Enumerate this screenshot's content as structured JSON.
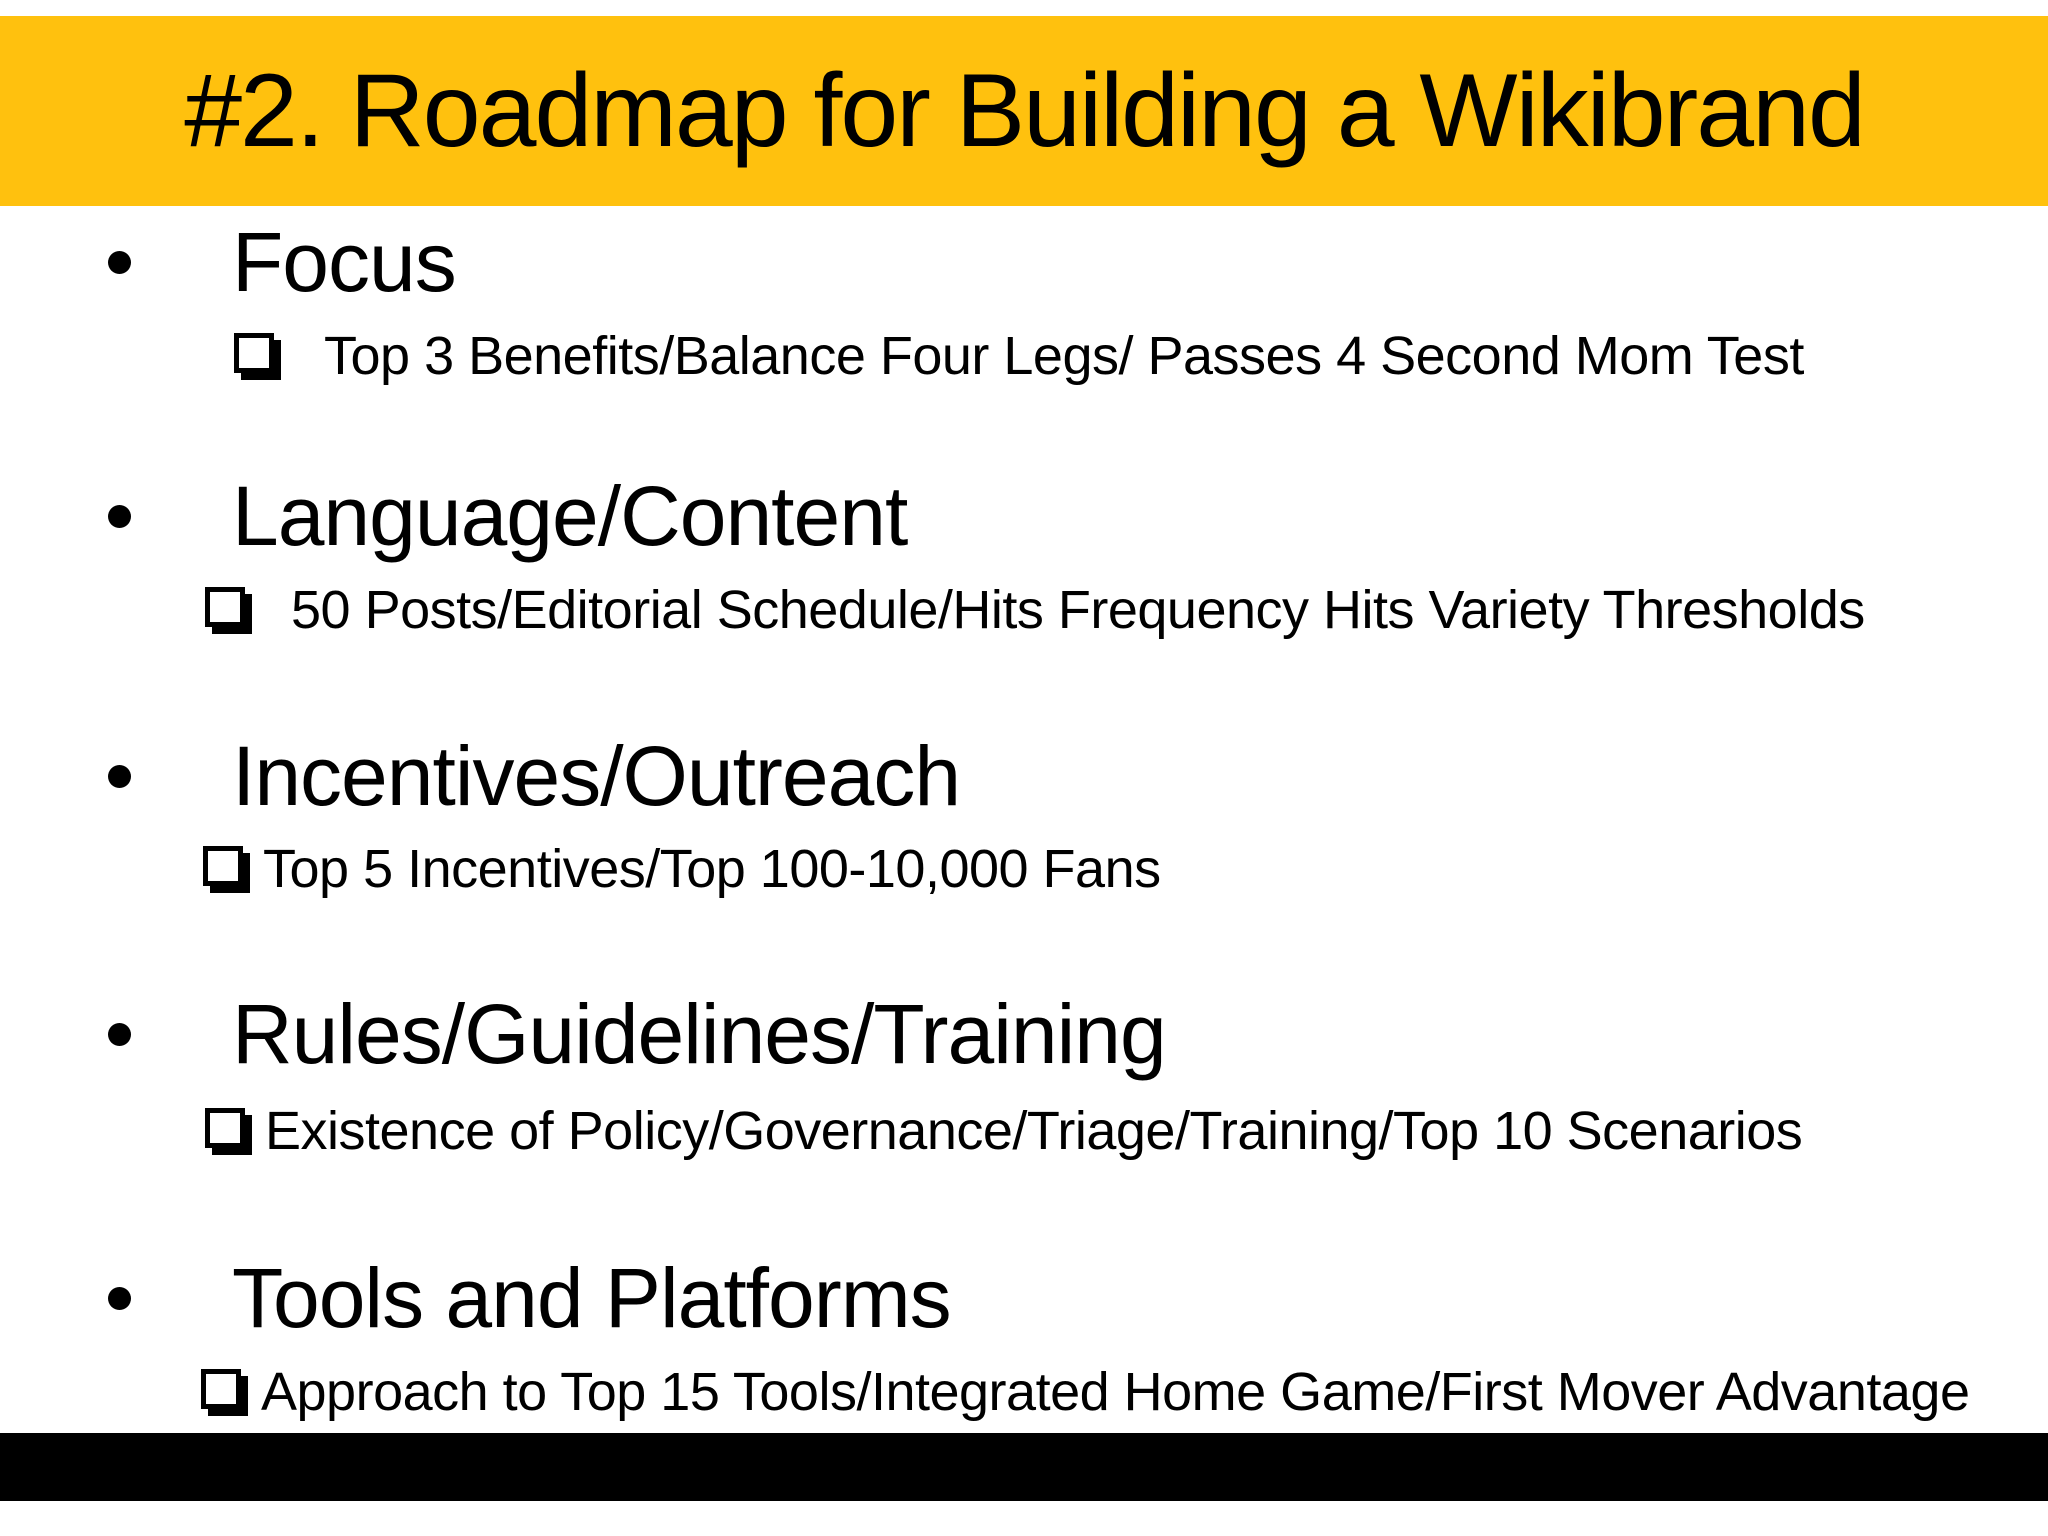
{
  "slide": {
    "title": "#2. Roadmap for Building a Wikibrand",
    "colors": {
      "banner_bg": "#FFC10E",
      "text": "#000000",
      "letterbox_bar": "#000000",
      "background": "#FFFFFF"
    },
    "icons": {
      "bullet": "bullet-dot-icon",
      "checkbox": "ballot-box-icon"
    },
    "sections": [
      {
        "title": "Focus",
        "sub": "Top 3 Benefits/Balance Four Legs/ Passes 4 Second Mom Test"
      },
      {
        "title": "Language/Content",
        "sub": "50 Posts/Editorial Schedule/Hits Frequency Hits Variety Thresholds"
      },
      {
        "title": "Incentives/Outreach",
        "sub": "Top 5 Incentives/Top 100-10,000 Fans"
      },
      {
        "title": "Rules/Guidelines/Training",
        "sub": "Existence of Policy/Governance/Triage/Training/Top 10 Scenarios"
      },
      {
        "title": "Tools and Platforms",
        "sub": "Approach to Top 15 Tools/Integrated Home Game/First Mover Advantage"
      }
    ]
  }
}
